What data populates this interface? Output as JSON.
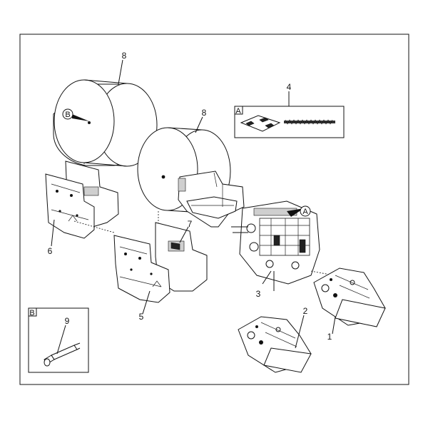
{
  "diagram": {
    "part_labels": [
      "1",
      "2",
      "3",
      "4",
      "5",
      "6",
      "7",
      "8",
      "8",
      "9"
    ],
    "callouts": [
      "A",
      "B",
      "A",
      "B"
    ]
  }
}
